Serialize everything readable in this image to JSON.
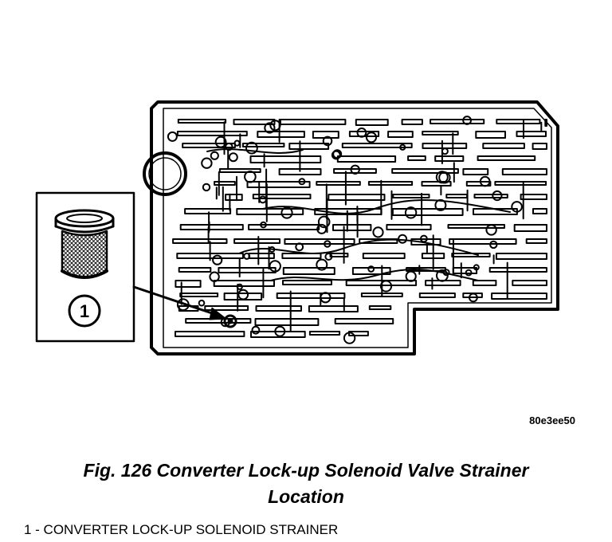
{
  "figure": {
    "image_id": "80e3ee50",
    "callout_number": "1",
    "caption_line1": "Fig. 126 Converter Lock-up Solenoid Valve Strainer",
    "caption_line2": "Location",
    "legend": [
      {
        "text": "1 - CONVERTER LOCK-UP SOLENOID STRAINER"
      }
    ]
  },
  "colors": {
    "ink": "#000000",
    "paper": "#ffffff"
  }
}
